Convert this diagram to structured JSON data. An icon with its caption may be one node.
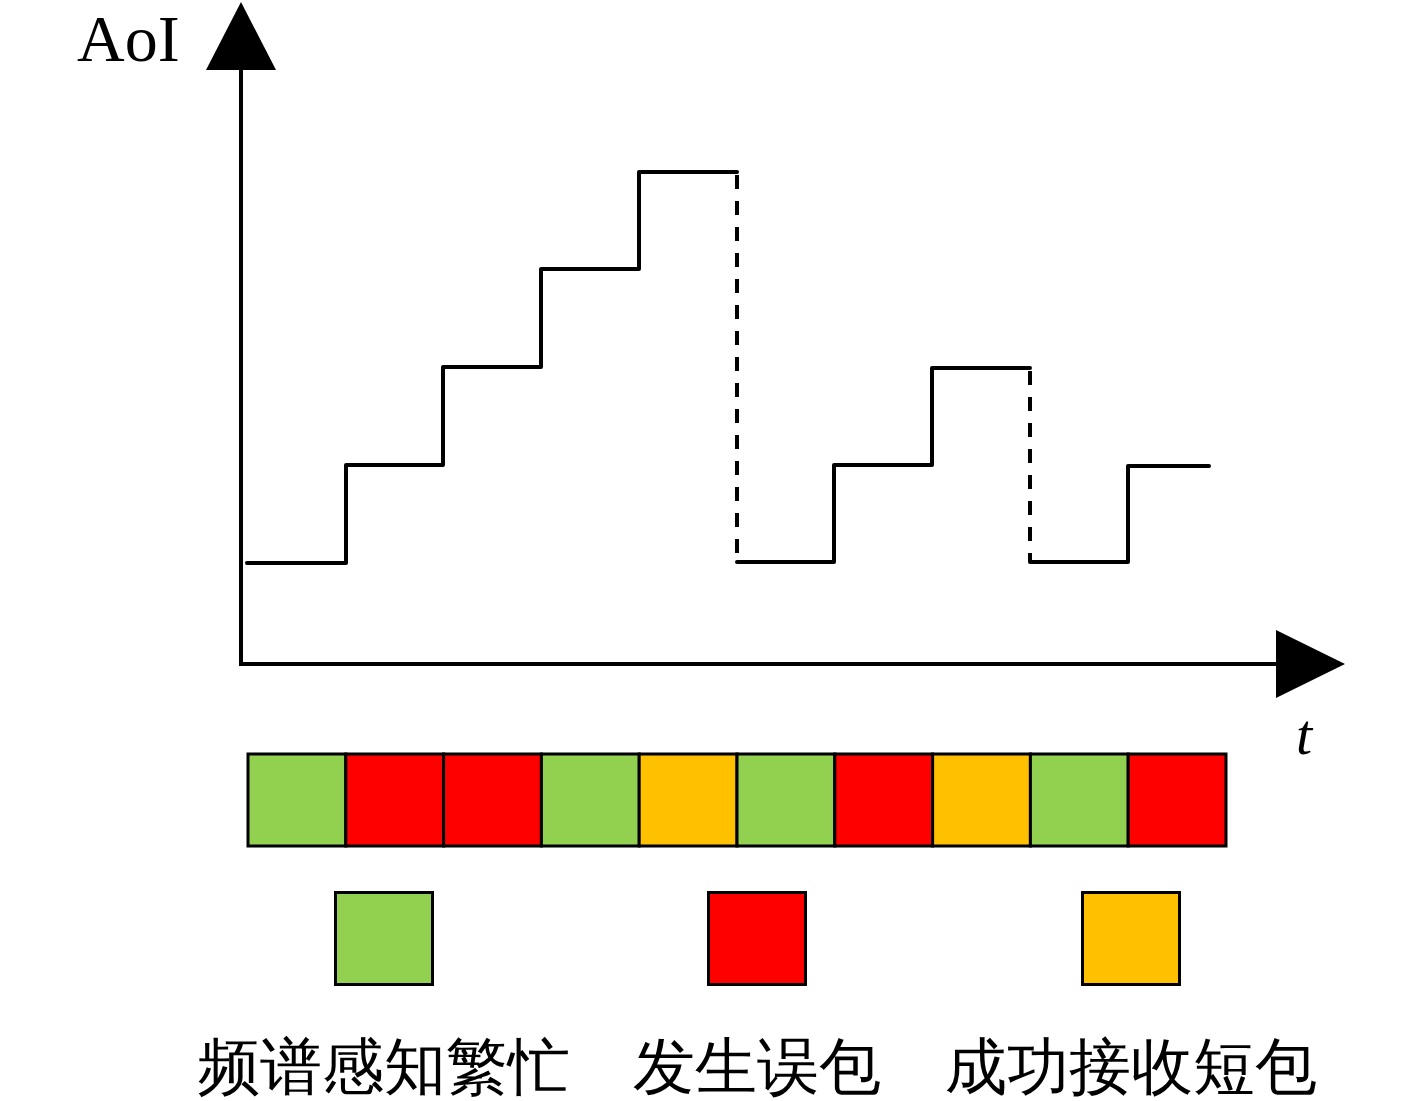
{
  "diagram": {
    "nodes": [
      {
        "text": [],
        "shape": "box"
      },
      {
        "text": [],
        "shape": "box"
      },
      {
        "text": [],
        "shape": "box"
      },
      {
        "text": [],
        "shape": "box"
      },
      {
        "text": [],
        "shape": "box"
      },
      {
        "text": [],
        "shape": "box"
      },
      {
        "text": [],
        "shape": "box"
      },
      {
        "text": [],
        "shape": "box"
      },
      {
        "text": [],
        "shape": "box"
      },
      {
        "text": [],
        "shape": "box"
      }
    ],
    "labels": [
      "AoI",
      "t"
    ],
    "legend": [
      {
        "text": "频谱感知繁忙",
        "color": "#92d050"
      },
      {
        "text": "发生误包",
        "color": "#ff0000"
      },
      {
        "text": "成功接收短包",
        "color": "#ffc000"
      }
    ]
  }
}
